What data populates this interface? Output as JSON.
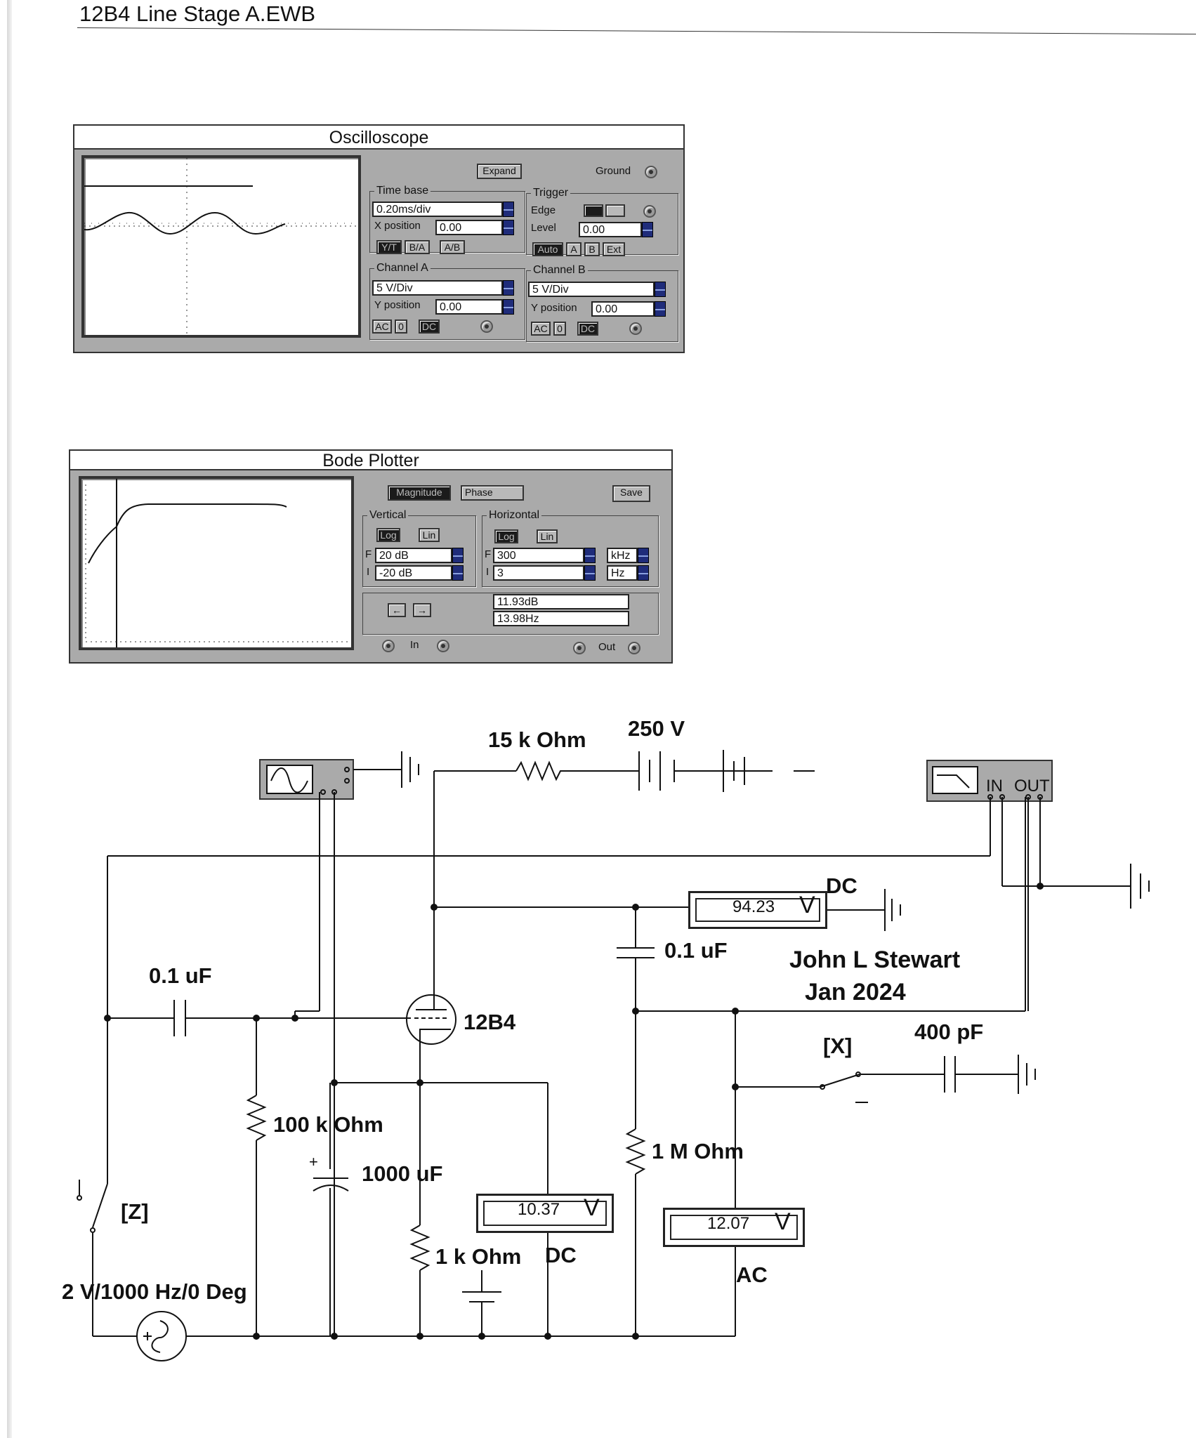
{
  "document": {
    "title": "12B4 Line Stage A.EWB"
  },
  "oscilloscope": {
    "title": "Oscilloscope",
    "expand_label": "Expand",
    "ground_label": "Ground",
    "timebase": {
      "label": "Time base",
      "value": "0.20ms/div",
      "xpos_label": "X position",
      "xpos_value": "0.00",
      "modes": [
        "Y/T",
        "B/A",
        "A/B"
      ]
    },
    "trigger": {
      "label": "Trigger",
      "edge_label": "Edge",
      "level_label": "Level",
      "level_value": "0.00",
      "modes": [
        "Auto",
        "A",
        "B",
        "Ext"
      ]
    },
    "channel_a": {
      "label": "Channel A",
      "value": "5 V/Div",
      "ypos_label": "Y position",
      "ypos_value": "0.00",
      "coupling": [
        "AC",
        "0",
        "DC"
      ]
    },
    "channel_b": {
      "label": "Channel B",
      "value": "5 V/Div",
      "ypos_label": "Y position",
      "ypos_value": "0.00",
      "coupling": [
        "AC",
        "0",
        "DC"
      ]
    }
  },
  "bode": {
    "title": "Bode Plotter",
    "tabs": [
      "Magnitude",
      "Phase"
    ],
    "save_label": "Save",
    "vertical": {
      "label": "Vertical",
      "scale": [
        "Log",
        "Lin"
      ],
      "f_label": "F",
      "f_value": "20 dB",
      "i_label": "I",
      "i_value": "-20 dB"
    },
    "horizontal": {
      "label": "Horizontal",
      "scale": [
        "Log",
        "Lin"
      ],
      "f_label": "F",
      "f_value": "300",
      "f_unit": "kHz",
      "i_label": "I",
      "i_value": "3",
      "i_unit": "Hz"
    },
    "readout_db": "11.93dB",
    "readout_hz": "13.98Hz",
    "in_label": "In",
    "out_label": "Out"
  },
  "circuit": {
    "resistor_plate": "15 k Ohm",
    "supply": "250 V",
    "bode_in": "IN",
    "bode_out": "OUT",
    "dc_label_top": "DC",
    "meter_top": {
      "value": "94.23",
      "unit": "V"
    },
    "coupling_cap": "0.1 uF",
    "author": "John L Stewart",
    "date": "Jan 2024",
    "input_cap": "0.1 uF",
    "tube": "12B4",
    "switch_x": "[X]",
    "cap_load": "400 pF",
    "grid_resistor": "100 k Ohm",
    "cathode_cap": "1000 uF",
    "load_resistor": "1 M Ohm",
    "switch_z": "[Z]",
    "meter_cathode": {
      "value": "10.37",
      "unit": "V"
    },
    "meter_ac": {
      "value": "12.07",
      "unit": "V"
    },
    "cathode_resistor": "1 k Ohm",
    "dc_label_bottom": "DC",
    "ac_label": "AC",
    "source": "2 V/1000 Hz/0 Deg"
  }
}
